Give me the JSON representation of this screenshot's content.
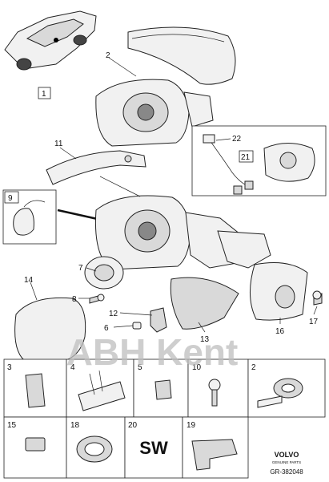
{
  "watermark": "ABH Kent",
  "diagram_id": "GR-382048",
  "brand": {
    "name": "VOLVO",
    "tagline": "GENUINE PARTS"
  },
  "callouts": {
    "c1": "1",
    "c2": "2",
    "c11": "11",
    "c22": "22",
    "c21": "21",
    "c9": "9",
    "c7": "7",
    "c14": "14",
    "c8": "8",
    "c12": "12",
    "c6": "6",
    "c13": "13",
    "c16": "16",
    "c17": "17"
  },
  "parts_table": {
    "row1": [
      "3",
      "4",
      "5",
      "10",
      "2"
    ],
    "row2": [
      "15",
      "18",
      "20",
      "19"
    ],
    "sw_label": "SW"
  }
}
